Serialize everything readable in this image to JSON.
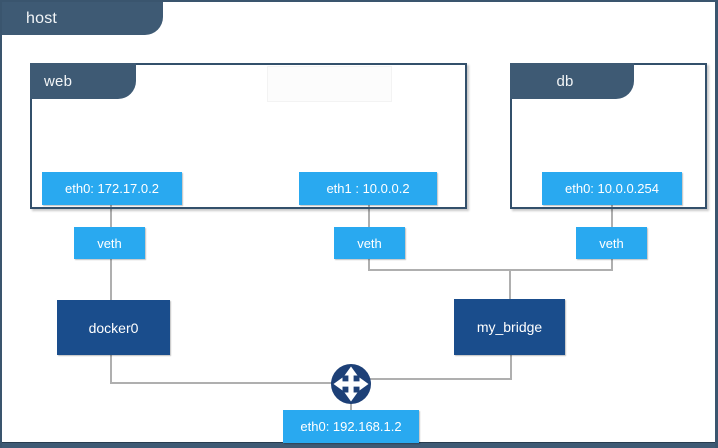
{
  "host": {
    "label": "host",
    "interface": {
      "label": "eth0: 192.168.1.2"
    }
  },
  "containers": [
    {
      "label": "web",
      "interfaces": [
        "eth0: 172.17.0.2",
        "eth1 : 10.0.0.2"
      ]
    },
    {
      "label": "db",
      "interfaces": [
        "eth0: 10.0.0.254"
      ]
    }
  ],
  "veth_label": "veth",
  "bridges": [
    {
      "label": "docker0"
    },
    {
      "label": "my_bridge"
    }
  ],
  "icons": {
    "router": "router-arrows-icon"
  },
  "colors": {
    "accent_blue": "#29A9F0",
    "bridge_navy": "#1A4D8C",
    "frame_slate": "#3E5A74",
    "router_navy": "#1D4077",
    "connector_gray": "#AFAFAF"
  }
}
